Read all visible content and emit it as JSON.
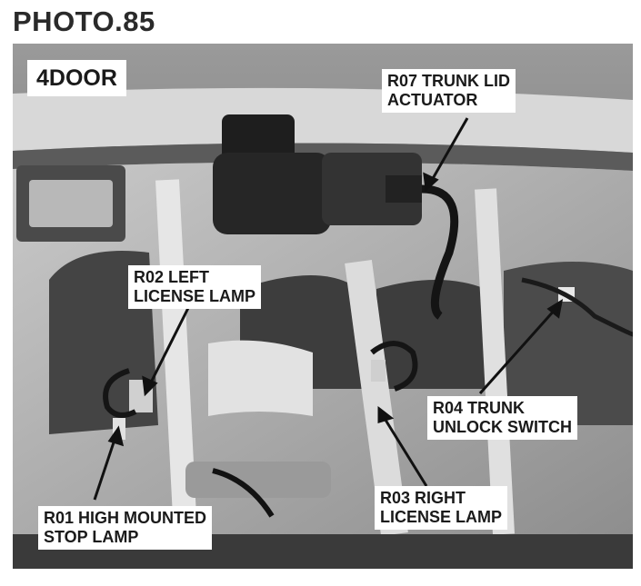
{
  "title": "PHOTO.85",
  "photo": {
    "variant_label": "4DOOR",
    "callouts": [
      {
        "code": "R07",
        "lines": [
          "R07 TRUNK LID",
          "ACTUATOR"
        ]
      },
      {
        "code": "R02",
        "lines": [
          "R02 LEFT",
          "LICENSE LAMP"
        ]
      },
      {
        "code": "R04",
        "lines": [
          "R04 TRUNK",
          "UNLOCK SWITCH"
        ]
      },
      {
        "code": "R03",
        "lines": [
          "R03 RIGHT",
          "LICENSE LAMP"
        ]
      },
      {
        "code": "R01",
        "lines": [
          "R01 HIGH MOUNTED",
          "STOP LAMP"
        ]
      }
    ]
  }
}
